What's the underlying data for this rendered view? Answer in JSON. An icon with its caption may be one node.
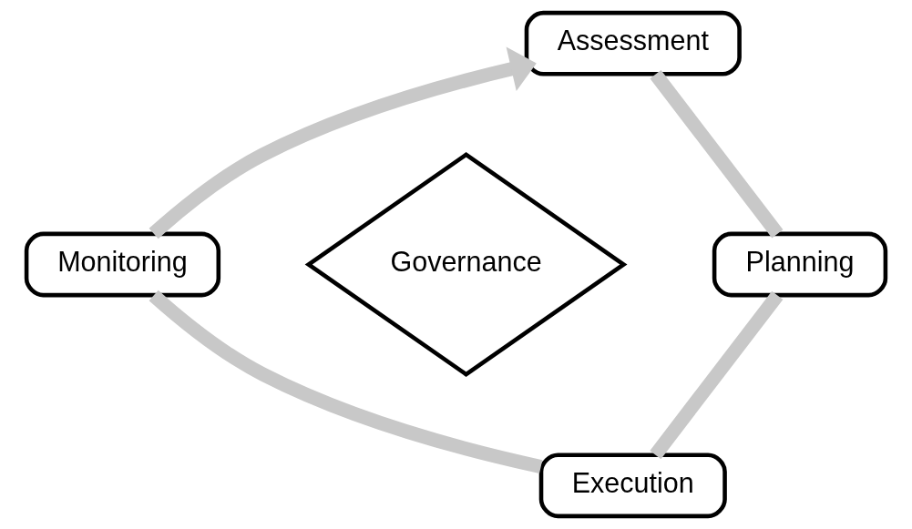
{
  "diagram": {
    "nodes": [
      {
        "text": [
          "Assessment"
        ]
      },
      {
        "text": [
          "Monitoring"
        ]
      },
      {
        "text": [
          "Governance"
        ]
      },
      {
        "text": [
          "Planning"
        ]
      },
      {
        "text": [
          "Execution"
        ]
      }
    ],
    "edges": [
      {
        "from": 0,
        "to": 3,
        "arrow": "none"
      },
      {
        "from": 3,
        "to": 4,
        "arrow": "none"
      },
      {
        "from": 4,
        "to": 1,
        "arrow": "none"
      },
      {
        "from": 1,
        "to": 0,
        "arrow": "to"
      }
    ]
  }
}
